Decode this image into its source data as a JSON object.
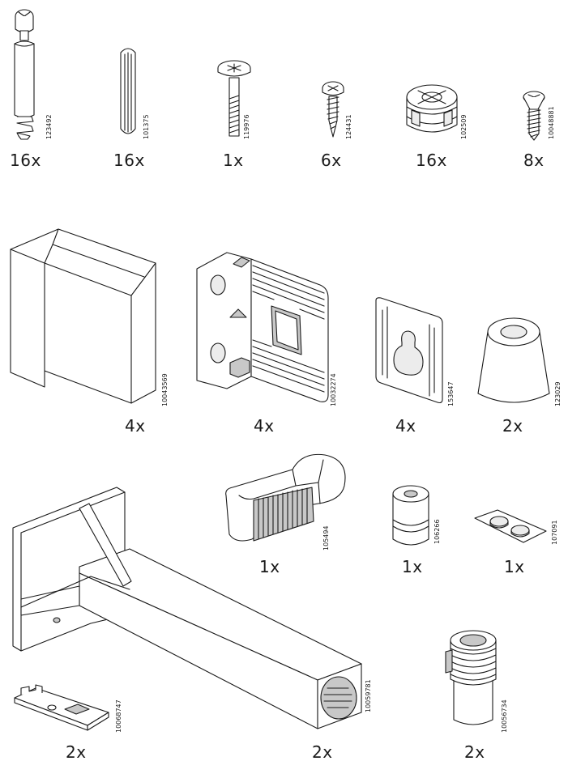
{
  "parts": [
    {
      "id": "dowel-screw",
      "icon": "cam-dowel-screw-icon",
      "qty": "16x",
      "code": "123492"
    },
    {
      "id": "wood-dowel",
      "icon": "wooden-dowel-icon",
      "qty": "16x",
      "code": "101375"
    },
    {
      "id": "bolt",
      "icon": "bolt-icon",
      "qty": "1x",
      "code": "119976"
    },
    {
      "id": "wood-screw",
      "icon": "wood-screw-icon",
      "qty": "6x",
      "code": "124431"
    },
    {
      "id": "cam-lock",
      "icon": "cam-lock-icon",
      "qty": "16x",
      "code": "102509"
    },
    {
      "id": "small-screw",
      "icon": "short-screw-icon",
      "qty": "8x",
      "code": "10048881"
    },
    {
      "id": "corner-block",
      "icon": "corner-bracket-icon",
      "qty": "4x",
      "code": "10043569"
    },
    {
      "id": "angle-plate",
      "icon": "angle-plate-icon",
      "qty": "4x",
      "code": "10032274"
    },
    {
      "id": "keyhole-plate",
      "icon": "keyhole-plate-icon",
      "qty": "4x",
      "code": "153647"
    },
    {
      "id": "foot-pad",
      "icon": "conical-foot-icon",
      "qty": "2x",
      "code": "123029"
    },
    {
      "id": "clip",
      "icon": "clip-icon",
      "qty": "1x",
      "code": "105494"
    },
    {
      "id": "barrel-nut",
      "icon": "barrel-nut-icon",
      "qty": "1x",
      "code": "106266"
    },
    {
      "id": "bumper-sheet",
      "icon": "bumper-pads-icon",
      "qty": "1x",
      "code": "107091"
    },
    {
      "id": "support-arm",
      "icon": "support-arm-icon",
      "qty": "2x",
      "code": "10059781"
    },
    {
      "id": "mount-plate",
      "icon": "mounting-plate-icon",
      "qty": "2x",
      "code": "10068747"
    },
    {
      "id": "threaded-insert",
      "icon": "threaded-insert-icon",
      "qty": "2x",
      "code": "10056734"
    }
  ]
}
